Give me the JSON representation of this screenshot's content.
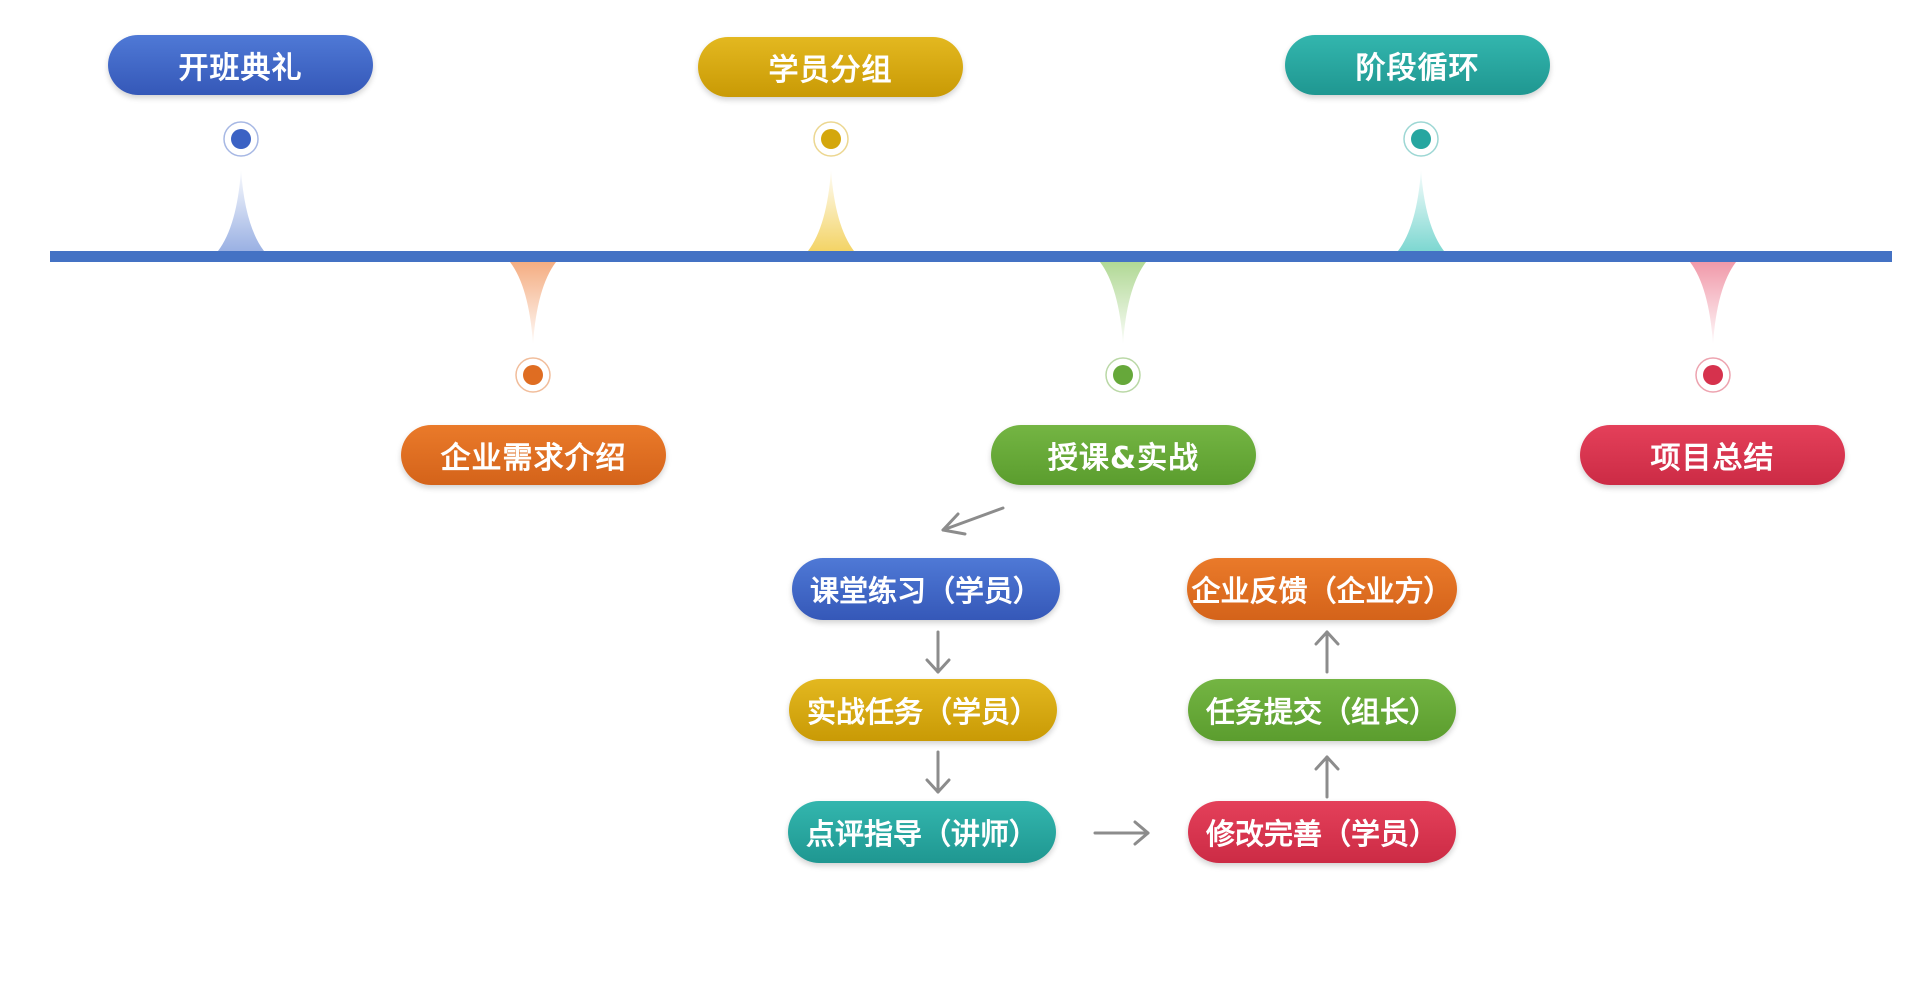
{
  "colors": {
    "timeline": "#4472c4",
    "arrow": "#8c8c8c",
    "blue": "#3b62c4",
    "yellow": "#d4a70c",
    "teal": "#26a6a0",
    "orange": "#df6d22",
    "green": "#66a83a",
    "red": "#d6324d"
  },
  "timeline": {
    "stages": [
      {
        "label": "开班典礼",
        "color": "blue"
      },
      {
        "label": "企业需求介绍",
        "color": "orange"
      },
      {
        "label": "学员分组",
        "color": "yellow"
      },
      {
        "label": "授课&实战",
        "color": "green"
      },
      {
        "label": "阶段循环",
        "color": "teal"
      },
      {
        "label": "项目总结",
        "color": "red"
      }
    ]
  },
  "cycle": {
    "left_column": [
      {
        "label": "课堂练习（学员）",
        "color": "blue"
      },
      {
        "label": "实战任务（学员）",
        "color": "yellow"
      },
      {
        "label": "点评指导（讲师）",
        "color": "teal"
      }
    ],
    "right_column": [
      {
        "label": "企业反馈（企业方）",
        "color": "orange"
      },
      {
        "label": "任务提交（组长）",
        "color": "green"
      },
      {
        "label": "修改完善（学员）",
        "color": "red"
      }
    ]
  }
}
